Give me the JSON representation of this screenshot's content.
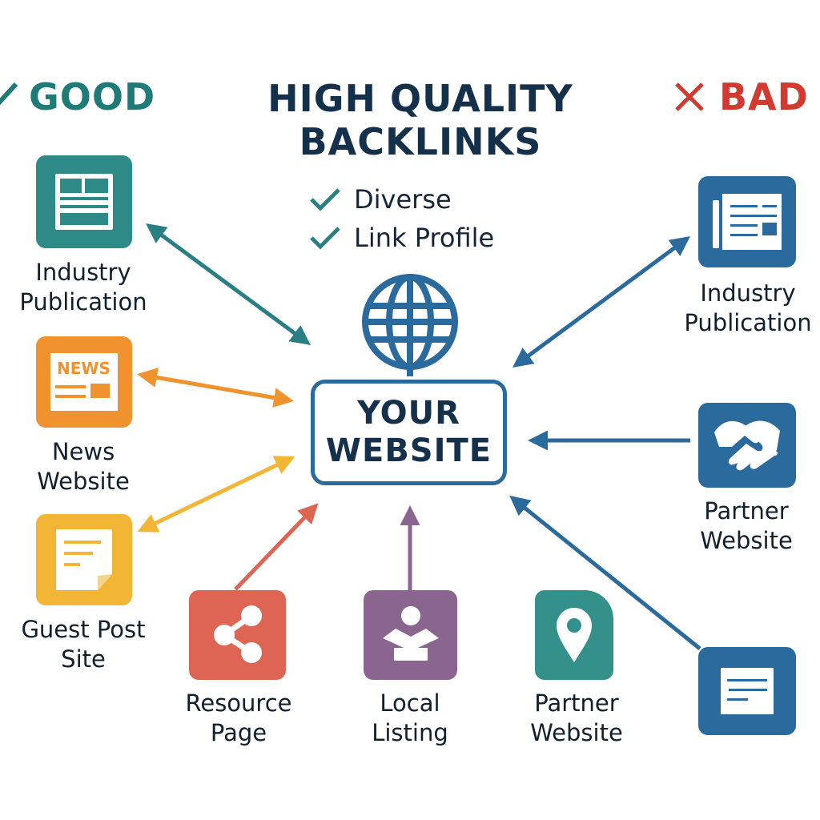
{
  "header": {
    "good": {
      "icon": "check-icon",
      "label": "GOOD",
      "color": "#1f7b78"
    },
    "bad": {
      "icon": "x-icon",
      "label": "BAD",
      "color": "#d23a30"
    },
    "title_line1": "HIGH QUALITY",
    "title_line2": "BACKLINKS"
  },
  "checklist": [
    {
      "icon": "check-icon",
      "text": "Diverse"
    },
    {
      "icon": "check-icon",
      "text": "Link Profile"
    }
  ],
  "center": {
    "icon": "globe-icon",
    "line1": "YOUR",
    "line2": "WEBSITE",
    "color": "#2b6a9d"
  },
  "good_sources": [
    {
      "icon": "publication-icon",
      "line1": "Industry",
      "line2": "Publication",
      "color": "#2e8a86"
    },
    {
      "icon": "news-icon",
      "line1": "News",
      "line2": "Website",
      "color": "#f0922e",
      "icon_text": "NEWS"
    },
    {
      "icon": "document-icon",
      "line1": "Guest Post",
      "line2": "Site",
      "color": "#f2b535"
    }
  ],
  "bottom_sources": [
    {
      "icon": "share-icon",
      "line1": "Resource",
      "line2": "Page",
      "color": "#de6553"
    },
    {
      "icon": "reader-icon",
      "line1": "Local",
      "line2": "Listing",
      "color": "#8a6590"
    },
    {
      "icon": "location-pin-icon",
      "line1": "Partner",
      "line2": "Website",
      "color": "#33908a"
    }
  ],
  "bad_sources": [
    {
      "icon": "newspaper-icon",
      "line1": "Industry",
      "line2": "Publication",
      "color": "#2b6a9d"
    },
    {
      "icon": "handshake-icon",
      "line1": "Partner",
      "line2": "Website",
      "color": "#2b6a9d"
    },
    {
      "icon": "document-icon",
      "line1": "",
      "line2": "",
      "color": "#2b6a9d"
    }
  ],
  "connections": [
    {
      "from": "Industry Publication (good)",
      "to": "YOUR WEBSITE",
      "direction": "both",
      "color": "#2a7f84"
    },
    {
      "from": "News Website",
      "to": "YOUR WEBSITE",
      "direction": "both",
      "color": "#f0922e"
    },
    {
      "from": "Guest Post Site",
      "to": "YOUR WEBSITE",
      "direction": "both",
      "color": "#f2b535"
    },
    {
      "from": "Resource Page",
      "to": "YOUR WEBSITE",
      "direction": "to",
      "color": "#de6553"
    },
    {
      "from": "Local Listing",
      "to": "YOUR WEBSITE",
      "direction": "to",
      "color": "#8a6590"
    },
    {
      "from": "Industry Publication (bad)",
      "to": "YOUR WEBSITE",
      "direction": "both",
      "color": "#2b6a9d"
    },
    {
      "from": "Partner Website (bad)",
      "to": "YOUR WEBSITE",
      "direction": "to",
      "color": "#2b6a9d"
    },
    {
      "from": "Document (bad)",
      "to": "YOUR WEBSITE",
      "direction": "to",
      "color": "#2b6a9d"
    }
  ]
}
